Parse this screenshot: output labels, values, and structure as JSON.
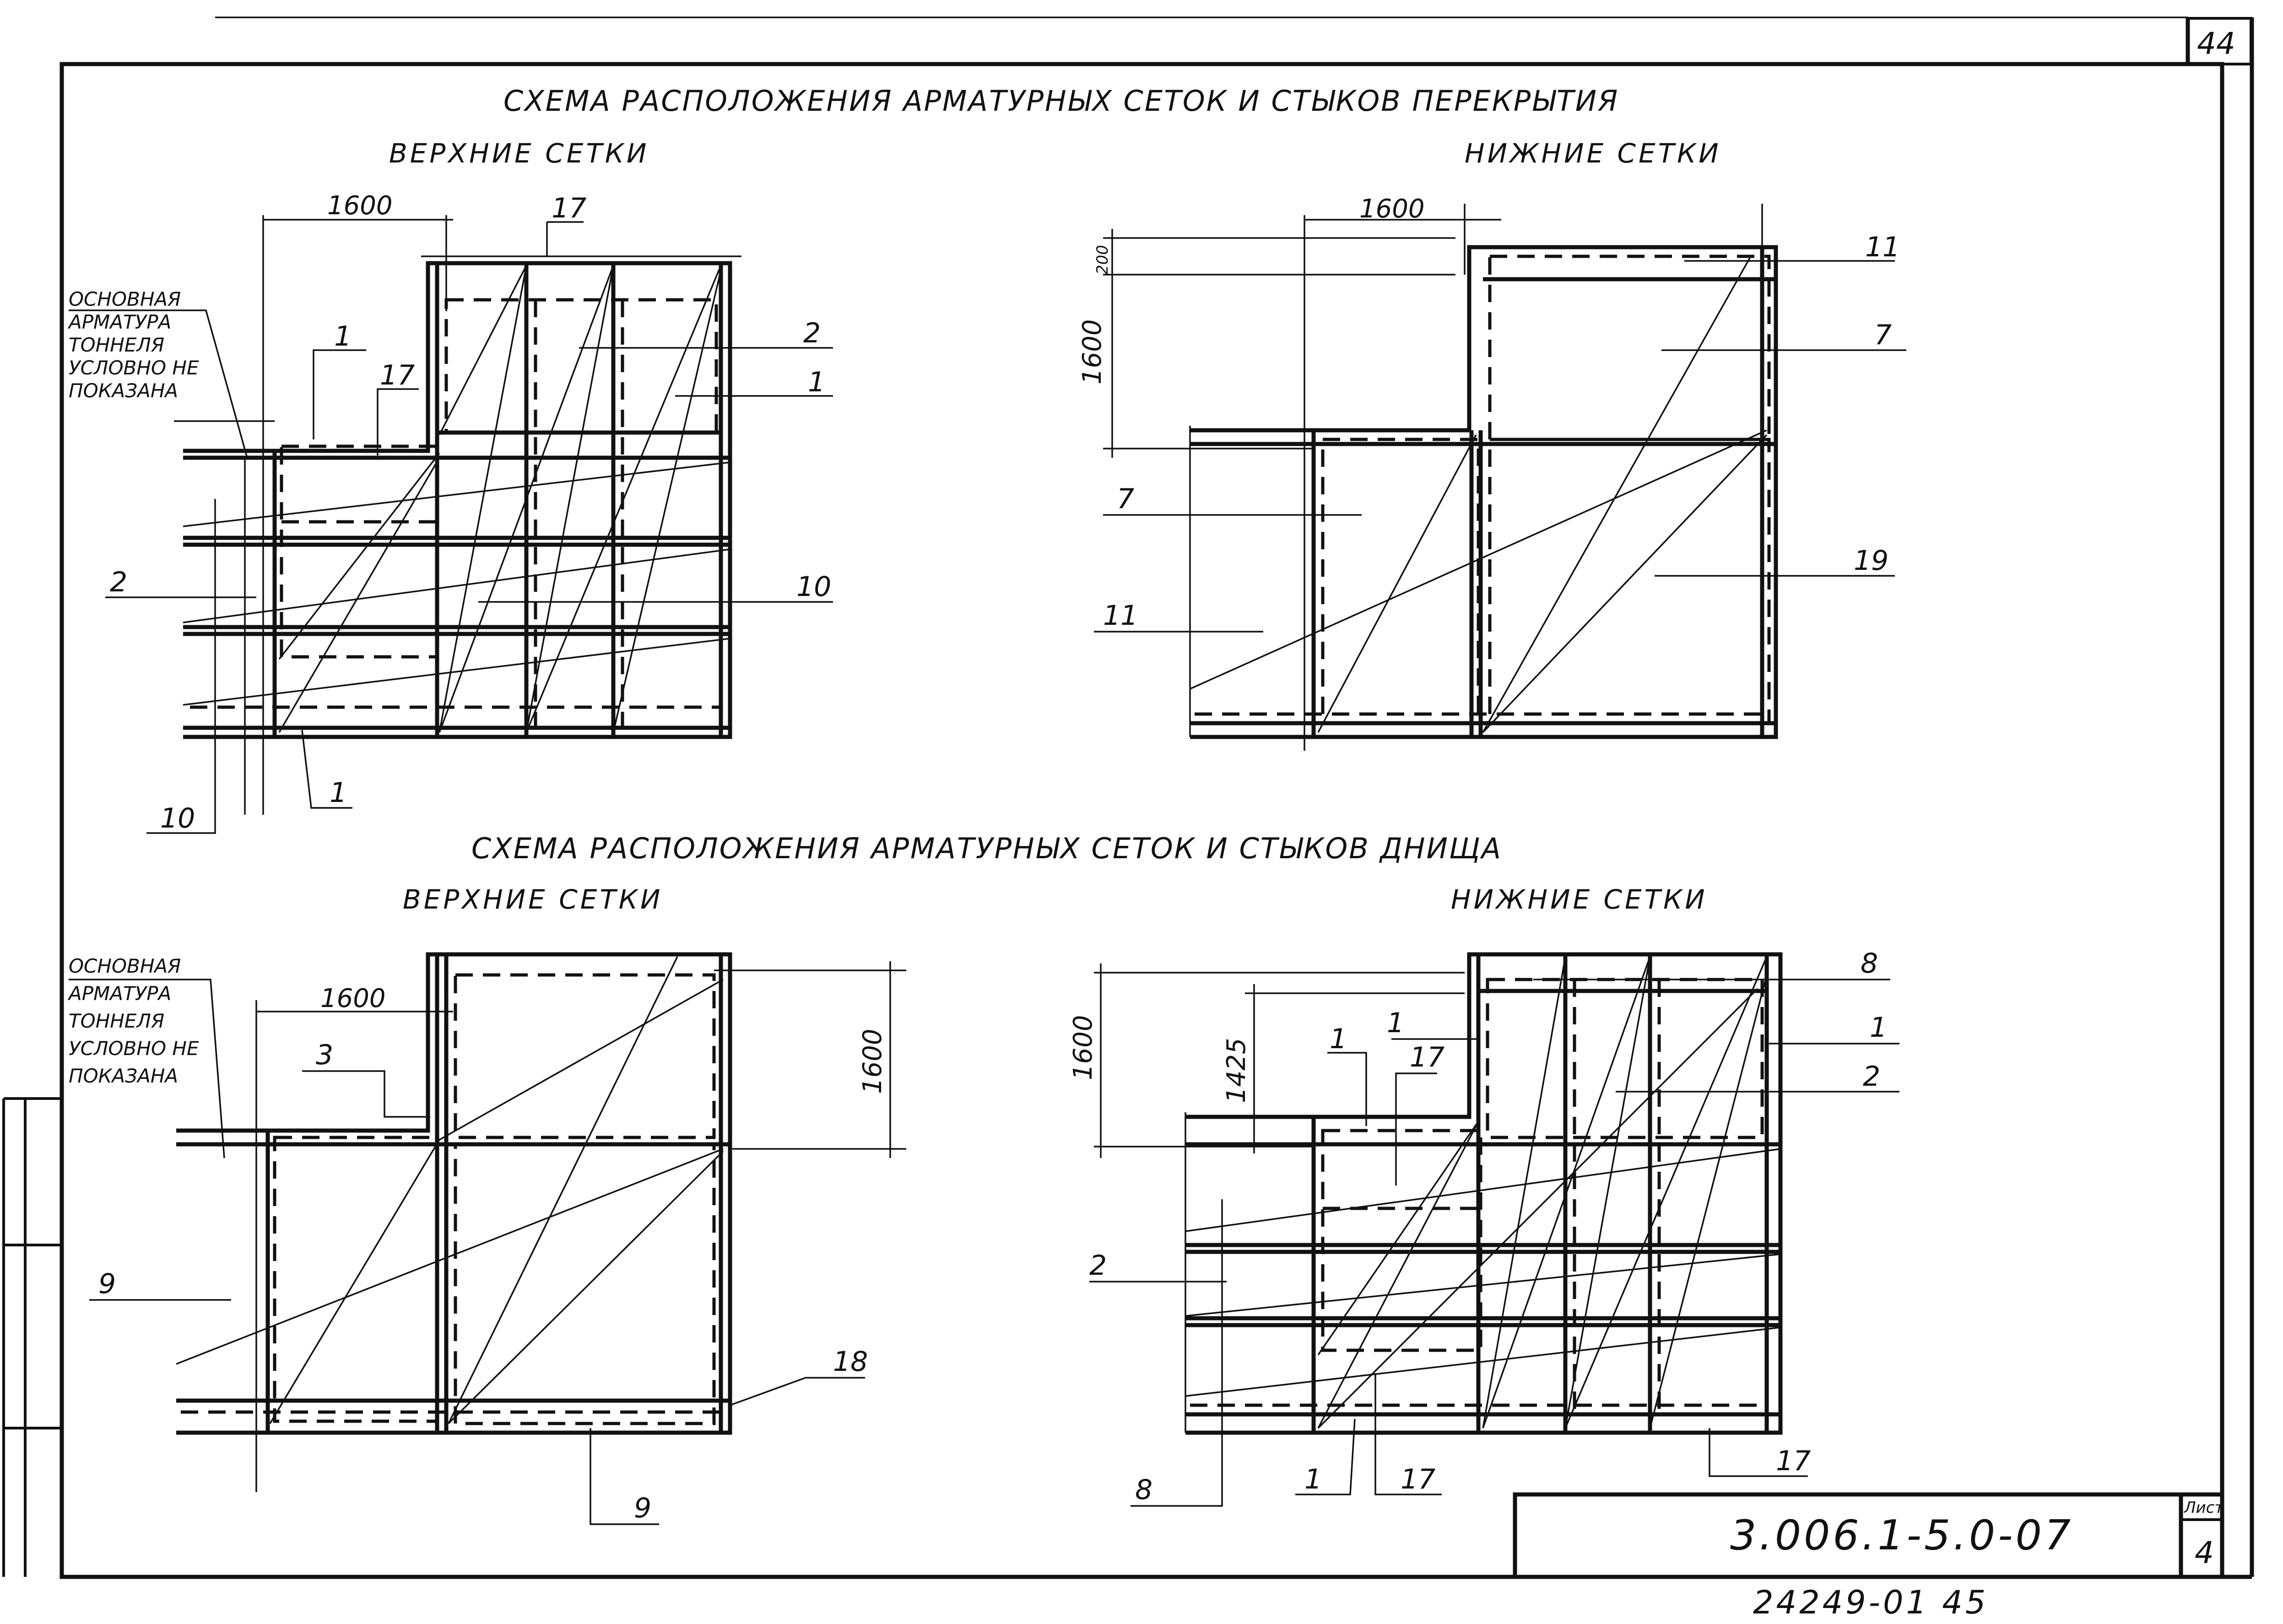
{
  "page": {
    "corner_number": "44",
    "title_ceiling": "СХЕМА РАСПОЛОЖЕНИЯ АРМАТУРНЫХ СЕТОК И СТЫКОВ ПЕРЕКРЫТИЯ",
    "title_floor": "СХЕМА РАСПОЛОЖЕНИЯ АРМАТУРНЫХ СЕТОК И СТЫКОВ ДНИЩА",
    "upper_meshes": "ВЕРХНИЕ СЕТКИ",
    "lower_meshes": "НИЖНИЕ СЕТКИ",
    "note_lines": [
      "ОСНОВНАЯ",
      "АРМАТУРА",
      "ТОННЕЛЯ",
      "УСЛОВНО НЕ",
      "ПОКАЗАНА"
    ]
  },
  "views": {
    "ceiling_upper": {
      "dims": [
        "1600"
      ],
      "labels": [
        "17",
        "2",
        "1",
        "17",
        "1",
        "2",
        "10",
        "1",
        "10"
      ]
    },
    "ceiling_lower": {
      "dims": [
        "1600",
        "200",
        "1600"
      ],
      "labels": [
        "11",
        "7",
        "7",
        "19",
        "11"
      ]
    },
    "floor_upper": {
      "dims": [
        "1600",
        "1600"
      ],
      "labels": [
        "3",
        "9",
        "18",
        "9"
      ]
    },
    "floor_lower": {
      "dims": [
        "1600",
        "1425"
      ],
      "labels": [
        "8",
        "1",
        "1",
        "17",
        "1",
        "2",
        "2",
        "8",
        "1",
        "17",
        "17"
      ]
    }
  },
  "title_block": {
    "code": "3.006.1-5.0-07",
    "sheet_label": "Лист",
    "sheet_number": "4",
    "archive_number": "24249-01 45"
  }
}
